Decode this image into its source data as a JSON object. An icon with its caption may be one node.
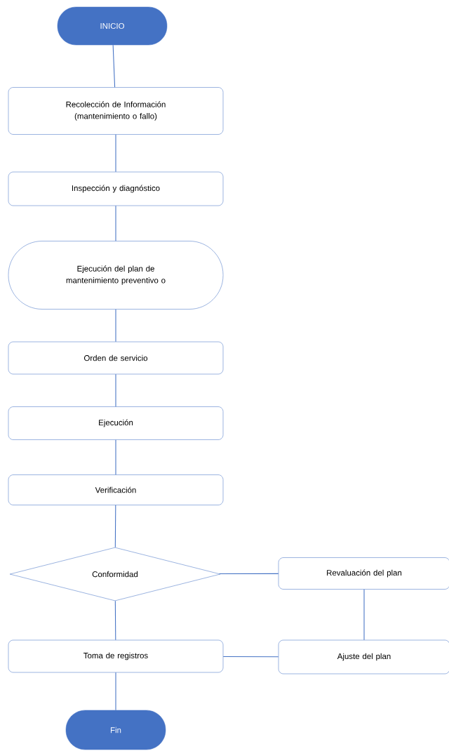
{
  "diagram": {
    "nodes": [
      {
        "text": [
          "INICIO"
        ]
      },
      {
        "text": [
          "Recolección de Información (mantenimiento o fallo)"
        ]
      },
      {
        "text": [
          "Inspección y diagnóstico"
        ]
      },
      {
        "text": [
          "Ejecución del plan de mantenimiento preventivo o"
        ]
      },
      {
        "text": [
          "Orden de servicio"
        ]
      },
      {
        "text": [
          "Ejecución"
        ]
      },
      {
        "text": [
          "Verificación"
        ]
      },
      {
        "text": [
          "Conformidad"
        ]
      },
      {
        "text": [
          "Revaluación del plan"
        ]
      },
      {
        "text": [
          "Toma de registros"
        ]
      },
      {
        "text": [
          "Ajuste del plan"
        ]
      },
      {
        "text": [
          "Fin"
        ]
      }
    ],
    "edges": [
      {
        "from": 0,
        "to": 1,
        "arrow": "none"
      },
      {
        "from": 1,
        "to": 2,
        "arrow": "none"
      },
      {
        "from": 2,
        "to": 3,
        "arrow": "none"
      },
      {
        "from": 3,
        "to": 4,
        "arrow": "none"
      },
      {
        "from": 4,
        "to": 5,
        "arrow": "none"
      },
      {
        "from": 5,
        "to": 6,
        "arrow": "none"
      },
      {
        "from": 6,
        "to": 7,
        "arrow": "none"
      },
      {
        "from": 7,
        "to": 8,
        "arrow": "none"
      },
      {
        "from": 8,
        "to": 10,
        "arrow": "none"
      },
      {
        "from": 10,
        "to": 9,
        "arrow": "none"
      },
      {
        "from": 7,
        "to": 9,
        "arrow": "none"
      },
      {
        "from": 9,
        "to": 11,
        "arrow": "none"
      }
    ]
  }
}
